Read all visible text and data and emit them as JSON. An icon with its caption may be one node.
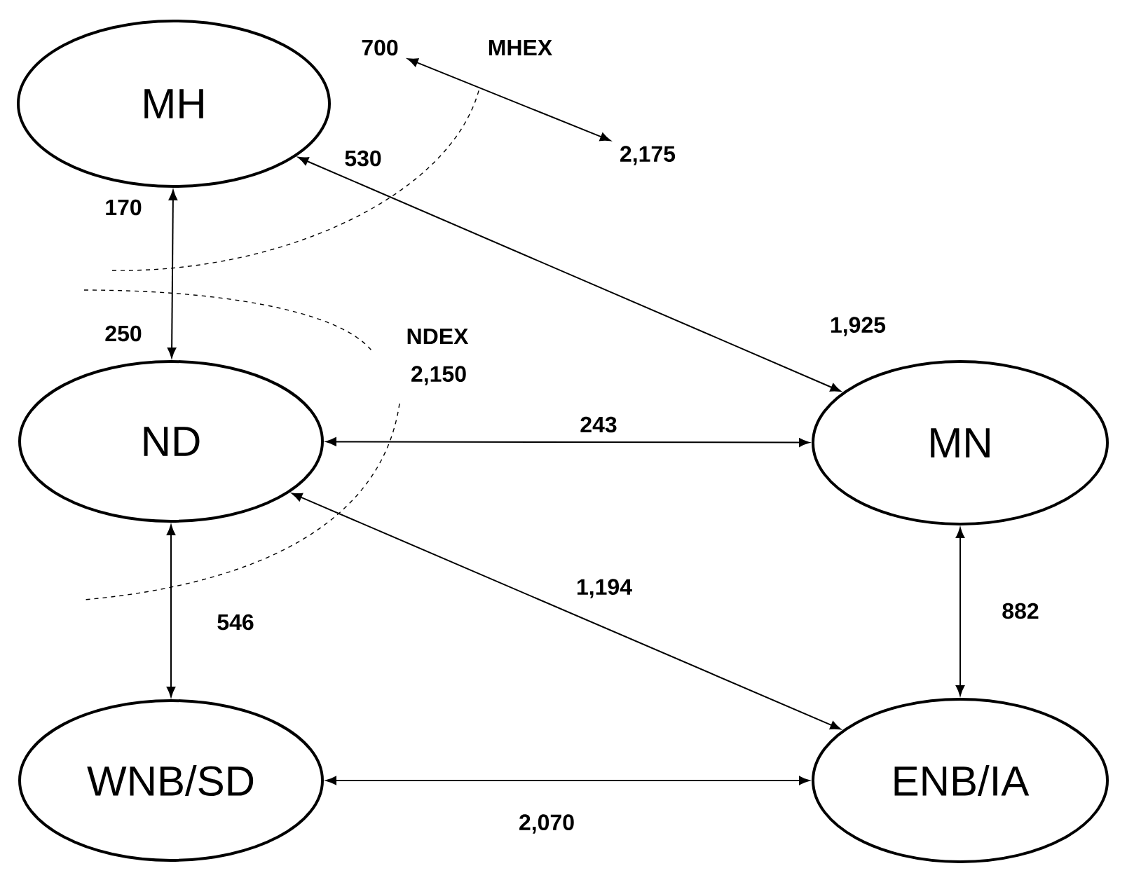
{
  "diagram": {
    "nodes": [
      {
        "text": [
          "MH"
        ]
      },
      {
        "text": [
          "ND"
        ]
      },
      {
        "text": [
          "MN"
        ]
      },
      {
        "text": [
          "WNB/SD"
        ]
      },
      {
        "text": [
          "ENB/IA"
        ]
      },
      {
        "text": [
          "700"
        ]
      },
      {
        "text": [
          "2,175"
        ]
      }
    ],
    "edges": [
      {
        "from": 0,
        "to": 1,
        "arrow": "both"
      },
      {
        "from": 0,
        "to": 2,
        "arrow": "both"
      },
      {
        "from": 1,
        "to": 2,
        "arrow": "both",
        "label": "243"
      },
      {
        "from": 1,
        "to": 4,
        "arrow": "both",
        "label": "1,194"
      },
      {
        "from": 2,
        "to": 4,
        "arrow": "both",
        "label": "882"
      },
      {
        "from": 1,
        "to": 3,
        "arrow": "both",
        "label": "546"
      },
      {
        "from": 3,
        "to": 4,
        "arrow": "both",
        "label": "2,070"
      },
      {
        "from": 5,
        "to": 6,
        "arrow": "both"
      }
    ],
    "labels": [
      "MHEX",
      "530",
      "170",
      "250",
      "NDEX",
      "2,150",
      "1,925"
    ]
  }
}
